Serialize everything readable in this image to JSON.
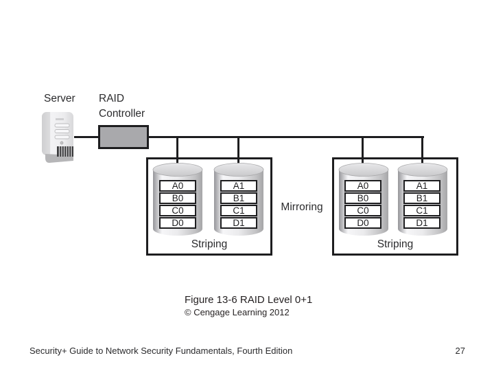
{
  "diagram": {
    "server_label": "Server",
    "controller_label_line1": "RAID",
    "controller_label_line2": "Controller",
    "mirroring_label": "Mirroring",
    "groups": [
      {
        "striping_label": "Striping",
        "disks": [
          {
            "blocks": [
              "A0",
              "B0",
              "C0",
              "D0"
            ]
          },
          {
            "blocks": [
              "A1",
              "B1",
              "C1",
              "D1"
            ]
          }
        ]
      },
      {
        "striping_label": "Striping",
        "disks": [
          {
            "blocks": [
              "A0",
              "B0",
              "C0",
              "D0"
            ]
          },
          {
            "blocks": [
              "A1",
              "B1",
              "C1",
              "D1"
            ]
          }
        ]
      }
    ],
    "colors": {
      "line": "#1d1d1f",
      "controller_fill": "#a9a9ac",
      "disk_highlight": "#f6f6f8",
      "disk_shadow": "#96969a"
    }
  },
  "caption": {
    "figure_label": "Figure 13-6 RAID Level 0+1",
    "copyright": "© Cengage Learning 2012"
  },
  "footer": {
    "book_title": "Security+ Guide to Network Security Fundamentals, Fourth Edition",
    "page_number": "27"
  }
}
